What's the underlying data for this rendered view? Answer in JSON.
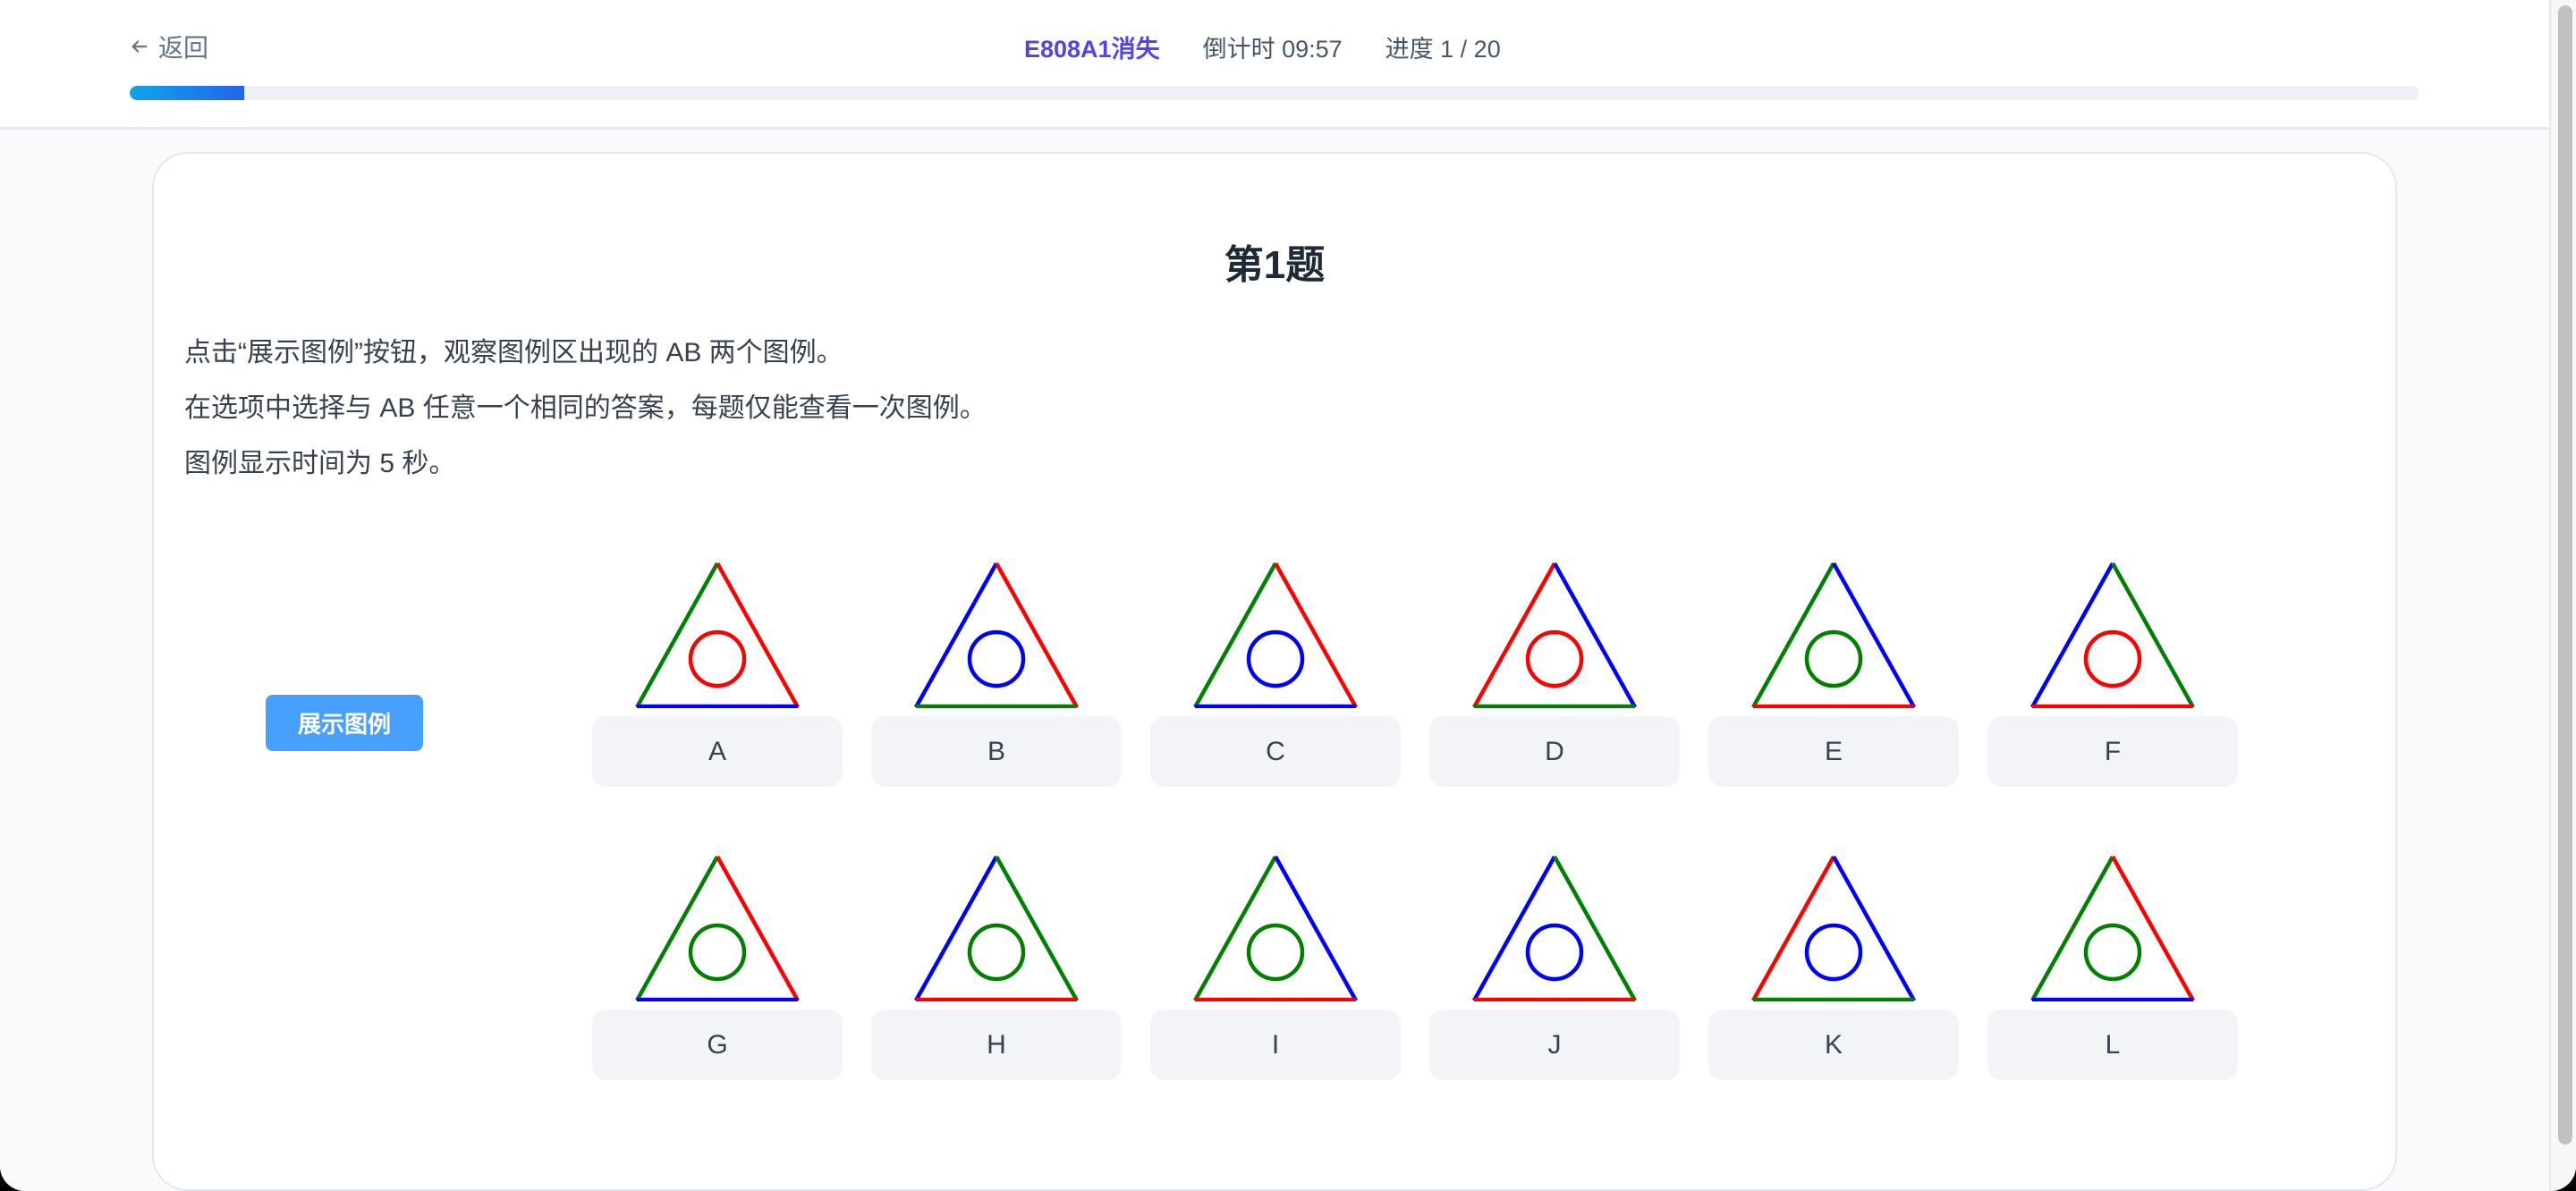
{
  "header": {
    "back_label": "返回",
    "back_icon": "arrow-left-icon",
    "quiz_name": "E808A1消失",
    "countdown_label": "倒计时 09:57",
    "progress_label": "进度 1 / 20",
    "progress_current": 1,
    "progress_total": 20,
    "accent_color": "#4f46e5"
  },
  "question": {
    "title": "第1题",
    "instructions": [
      "点击“展示图例”按钮，观察图例区出现的 AB 两个图例。",
      "在选项中选择与 AB 任意一个相同的答案，每题仅能查看一次图例。",
      "图例显示时间为 5 秒。"
    ],
    "show_legend_label": "展示图例",
    "show_legend_color": "#46a0fc"
  },
  "colors": {
    "red": "#ff0000",
    "green": "#008000",
    "blue": "#0000ff"
  },
  "options": [
    {
      "label": "A",
      "left": "green",
      "right": "red",
      "base": "blue",
      "circle": "red"
    },
    {
      "label": "B",
      "left": "blue",
      "right": "red",
      "base": "green",
      "circle": "blue"
    },
    {
      "label": "C",
      "left": "green",
      "right": "red",
      "base": "blue",
      "circle": "blue"
    },
    {
      "label": "D",
      "left": "red",
      "right": "blue",
      "base": "green",
      "circle": "red"
    },
    {
      "label": "E",
      "left": "green",
      "right": "blue",
      "base": "red",
      "circle": "green"
    },
    {
      "label": "F",
      "left": "blue",
      "right": "green",
      "base": "red",
      "circle": "red"
    },
    {
      "label": "G",
      "left": "green",
      "right": "red",
      "base": "blue",
      "circle": "green"
    },
    {
      "label": "H",
      "left": "blue",
      "right": "green",
      "base": "red",
      "circle": "green"
    },
    {
      "label": "I",
      "left": "green",
      "right": "blue",
      "base": "red",
      "circle": "green"
    },
    {
      "label": "J",
      "left": "blue",
      "right": "green",
      "base": "red",
      "circle": "blue"
    },
    {
      "label": "K",
      "left": "red",
      "right": "blue",
      "base": "green",
      "circle": "blue"
    },
    {
      "label": "L",
      "left": "green",
      "right": "red",
      "base": "blue",
      "circle": "green"
    }
  ]
}
